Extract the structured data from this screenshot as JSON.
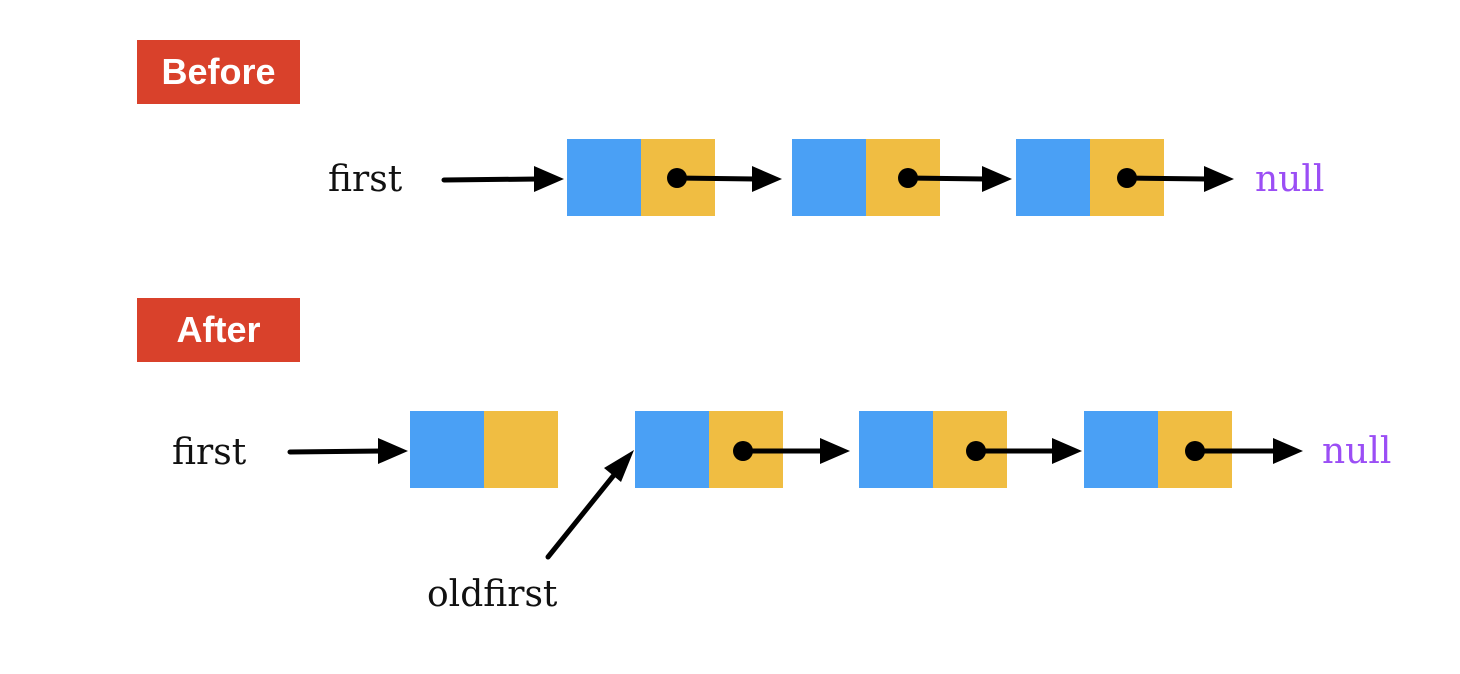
{
  "sections": {
    "before": {
      "tag": "Before",
      "pointer_label": "first",
      "terminal": "null",
      "node_count": 3
    },
    "after": {
      "tag": "After",
      "pointer_label": "first",
      "secondary_pointer_label": "oldfirst",
      "terminal": "null",
      "new_node_count": 1,
      "old_node_count": 3
    }
  },
  "colors": {
    "tag_bg": "#d9412b",
    "item_cell": "#4aa0f5",
    "next_cell": "#f0bd42",
    "null_text": "#9b4ef5",
    "arrow": "#000000"
  }
}
